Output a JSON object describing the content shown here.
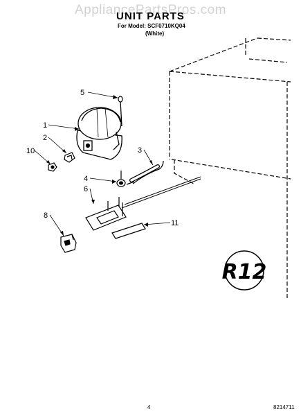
{
  "watermark": "AppliancePartsPros.com",
  "header": {
    "title": "UNIT PARTS",
    "model_line": "For Model: SCF0710KQ04",
    "variant": "(White)"
  },
  "callouts": [
    {
      "id": "1",
      "label": "1"
    },
    {
      "id": "2",
      "label": "2"
    },
    {
      "id": "3",
      "label": "3"
    },
    {
      "id": "4",
      "label": "4"
    },
    {
      "id": "5",
      "label": "5"
    },
    {
      "id": "6",
      "label": "6"
    },
    {
      "id": "8",
      "label": "8"
    },
    {
      "id": "10",
      "label": "10"
    },
    {
      "id": "11",
      "label": "11"
    }
  ],
  "badge": {
    "text": "R12",
    "icon": "r12-refrigerant-badge-icon"
  },
  "footer": {
    "page_number": "4",
    "document_code": "8214711"
  }
}
